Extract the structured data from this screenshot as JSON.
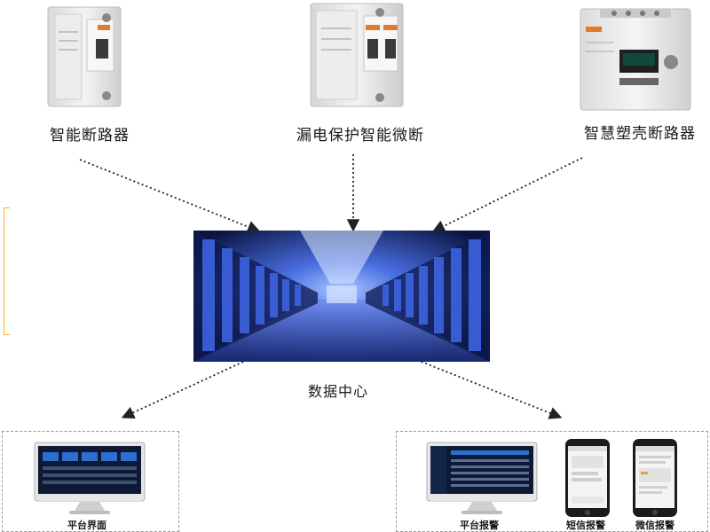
{
  "devices": {
    "breaker1_label": "智能断路器",
    "breaker2_label": "漏电保护智能微断",
    "breaker3_label": "智慧塑壳断路器"
  },
  "center": {
    "label": "数据中心"
  },
  "outputs": {
    "left_monitor_label": "平台界面",
    "right_monitor_label": "平台报警",
    "phone1_label": "短信报警",
    "phone2_label": "微信报警"
  },
  "colors": {
    "accent_yellow": "#f3b319",
    "arrow": "#222222",
    "datacenter_blue": "#2a4fd6"
  }
}
